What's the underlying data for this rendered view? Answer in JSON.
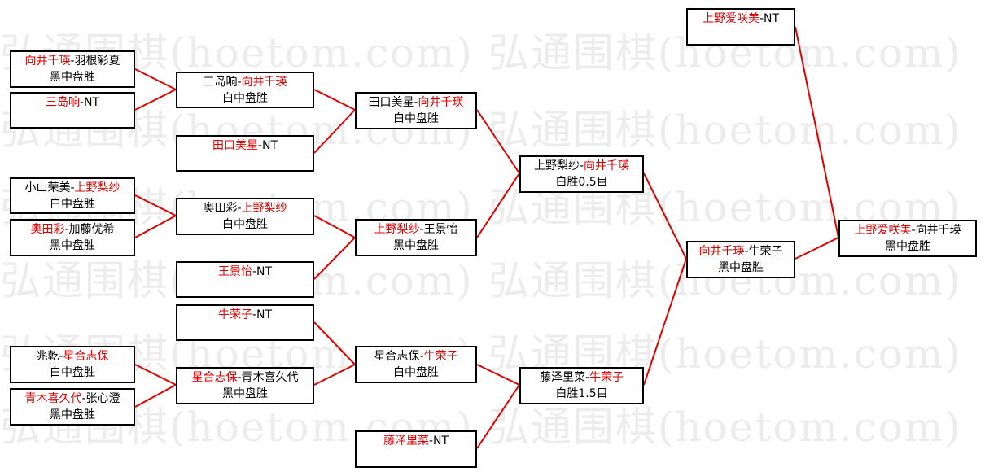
{
  "watermark": "弘通围棋(hoetom.com) 弘通围棋(hoetom.com)",
  "colors": {
    "winner": "#e00000",
    "loser": "#000000",
    "connector": "#e00000",
    "border": "#000000"
  },
  "matches": {
    "r1a": {
      "names": [
        {
          "t": "向井千瑛",
          "w": true
        },
        {
          "t": "-羽根彩夏",
          "w": false
        }
      ],
      "result": "黑中盘胜"
    },
    "r1b": {
      "names": [
        {
          "t": "三岛响",
          "w": true
        },
        {
          "t": "-NT",
          "w": false
        }
      ],
      "result": ""
    },
    "r1c": {
      "names": [
        {
          "t": "田口美星",
          "w": true
        },
        {
          "t": "-NT",
          "w": false
        }
      ],
      "result": ""
    },
    "r1d": {
      "names": [
        {
          "t": "小山荣美-",
          "w": false
        },
        {
          "t": "上野梨纱",
          "w": true
        }
      ],
      "result": "白中盘胜"
    },
    "r1e": {
      "names": [
        {
          "t": "奥田彩",
          "w": true
        },
        {
          "t": "-加藤优希",
          "w": false
        }
      ],
      "result": "黑中盘胜"
    },
    "r1f": {
      "names": [
        {
          "t": "王景怡",
          "w": true
        },
        {
          "t": "-NT",
          "w": false
        }
      ],
      "result": ""
    },
    "r1g": {
      "names": [
        {
          "t": "牛荣子",
          "w": true
        },
        {
          "t": "-NT",
          "w": false
        }
      ],
      "result": ""
    },
    "r1h": {
      "names": [
        {
          "t": "兆乾-",
          "w": false
        },
        {
          "t": "星合志保",
          "w": true
        }
      ],
      "result": "白中盘胜"
    },
    "r1i": {
      "names": [
        {
          "t": "青木喜久代",
          "w": true
        },
        {
          "t": "-张心澄",
          "w": false
        }
      ],
      "result": "黑中盘胜"
    },
    "r2a": {
      "names": [
        {
          "t": "三岛响-",
          "w": false
        },
        {
          "t": "向井千瑛",
          "w": true
        }
      ],
      "result": "白中盘胜"
    },
    "r2b": {
      "names": [
        {
          "t": "奥田彩-",
          "w": false
        },
        {
          "t": "上野梨纱",
          "w": true
        }
      ],
      "result": "白中盘胜"
    },
    "r2c": {
      "names": [
        {
          "t": "星合志保",
          "w": true
        },
        {
          "t": "-青木喜久代",
          "w": false
        }
      ],
      "result": "黑中盘胜"
    },
    "r3a": {
      "names": [
        {
          "t": "田口美星-",
          "w": false
        },
        {
          "t": "向井千瑛",
          "w": true
        }
      ],
      "result": "白中盘胜"
    },
    "r3b": {
      "names": [
        {
          "t": "上野梨纱",
          "w": true
        },
        {
          "t": "-王景怡",
          "w": false
        }
      ],
      "result": "黑中盘胜"
    },
    "r3c": {
      "names": [
        {
          "t": "星合志保-",
          "w": false
        },
        {
          "t": "牛荣子",
          "w": true
        }
      ],
      "result": "白中盘胜"
    },
    "r3d": {
      "names": [
        {
          "t": "藤泽里菜",
          "w": true
        },
        {
          "t": "-NT",
          "w": false
        }
      ],
      "result": ""
    },
    "r4a": {
      "names": [
        {
          "t": "上野梨纱-",
          "w": false
        },
        {
          "t": "向井千瑛",
          "w": true
        }
      ],
      "result": "白胜0.5目"
    },
    "r4b": {
      "names": [
        {
          "t": "藤泽里菜-",
          "w": false
        },
        {
          "t": "牛荣子",
          "w": true
        }
      ],
      "result": "白胜1.5目"
    },
    "r5a": {
      "names": [
        {
          "t": "向井千瑛",
          "w": true
        },
        {
          "t": "-牛荣子",
          "w": false
        }
      ],
      "result": "黑中盘胜"
    },
    "r5b": {
      "names": [
        {
          "t": "上野爱咲美",
          "w": true
        },
        {
          "t": "-NT",
          "w": false
        }
      ],
      "result": ""
    },
    "final": {
      "names": [
        {
          "t": "上野爱咲美",
          "w": true
        },
        {
          "t": "-向井千瑛",
          "w": false
        }
      ],
      "result": "黑中盘胜"
    }
  }
}
